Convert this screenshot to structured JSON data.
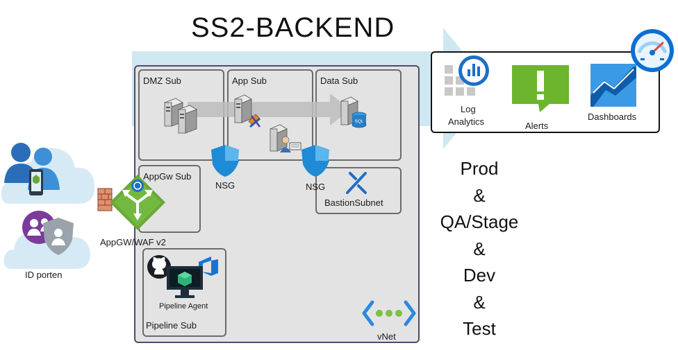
{
  "title": "SS2-BACKEND",
  "subnets": {
    "dmz": "DMZ Sub",
    "app": "App Sub",
    "data": "Data Sub",
    "appgw": "AppGw Sub",
    "bastion": "BastionSubnet",
    "pipeline": "Pipeline Sub"
  },
  "labels": {
    "nsg_left": "NSG",
    "nsg_right": "NSG",
    "appgw_waf": "AppGW/WAF v2",
    "pipeline_agent": "Pipeline Agent",
    "vnet": "vNet",
    "id_porten": "ID porten",
    "sql": "SQL"
  },
  "monitoring": {
    "log_analytics_line1": "Log",
    "log_analytics_line2": "Analytics",
    "alerts": "Alerts",
    "dashboards": "Dashboards"
  },
  "environments": [
    "Prod",
    "&",
    "QA/Stage",
    "&",
    "Dev",
    "&",
    "Test"
  ],
  "colors": {
    "banner_arrow": "#cfe7f1",
    "vnet_fill": "#e3e3e3",
    "azure_blue": "#1e8fe0",
    "alert_green": "#6cb52d",
    "appgw_green": "#6aa839",
    "cloud": "#d6eaf6"
  }
}
